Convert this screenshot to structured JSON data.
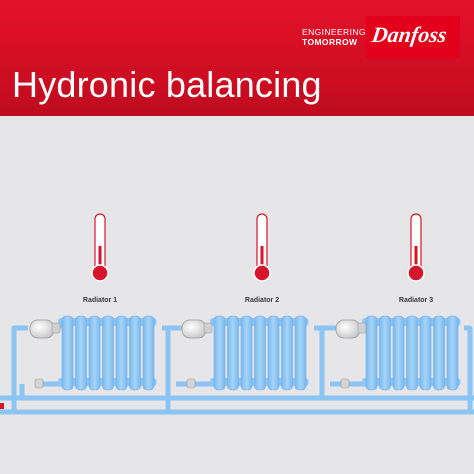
{
  "brand": {
    "tagline_line1": "ENGINEERING",
    "tagline_line2": "TOMORROW",
    "logo_text": "Danfoss"
  },
  "title": "Hydronic balancing",
  "colors": {
    "brand_red": "#e2001a",
    "background": "#e6e6e8",
    "radiator_blue": "#8ec6f5",
    "pipe_blue": "#8cc4f3",
    "thermometer_red": "#d7152a"
  },
  "radiators": [
    {
      "label": "Radiator 1"
    },
    {
      "label": "Radiator 2"
    },
    {
      "label": "Radiator 3"
    }
  ]
}
